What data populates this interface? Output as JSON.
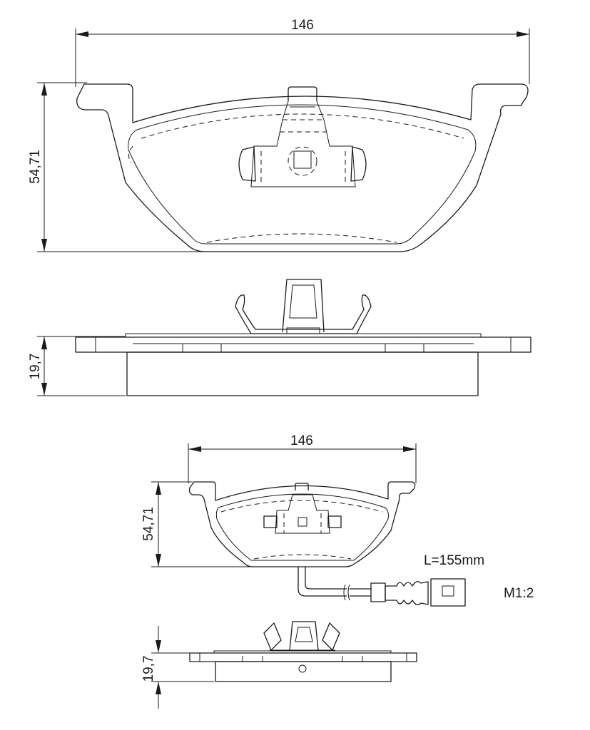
{
  "drawing": {
    "view1": {
      "width_label": "146",
      "height_label": "54,71"
    },
    "view2": {
      "thickness_label": "19,7"
    },
    "view3": {
      "width_label": "146",
      "height_label": "54,71",
      "wire_length_label": "L=155mm",
      "scale_label": "M1:2"
    },
    "view4": {
      "thickness_label": "19,7"
    }
  }
}
